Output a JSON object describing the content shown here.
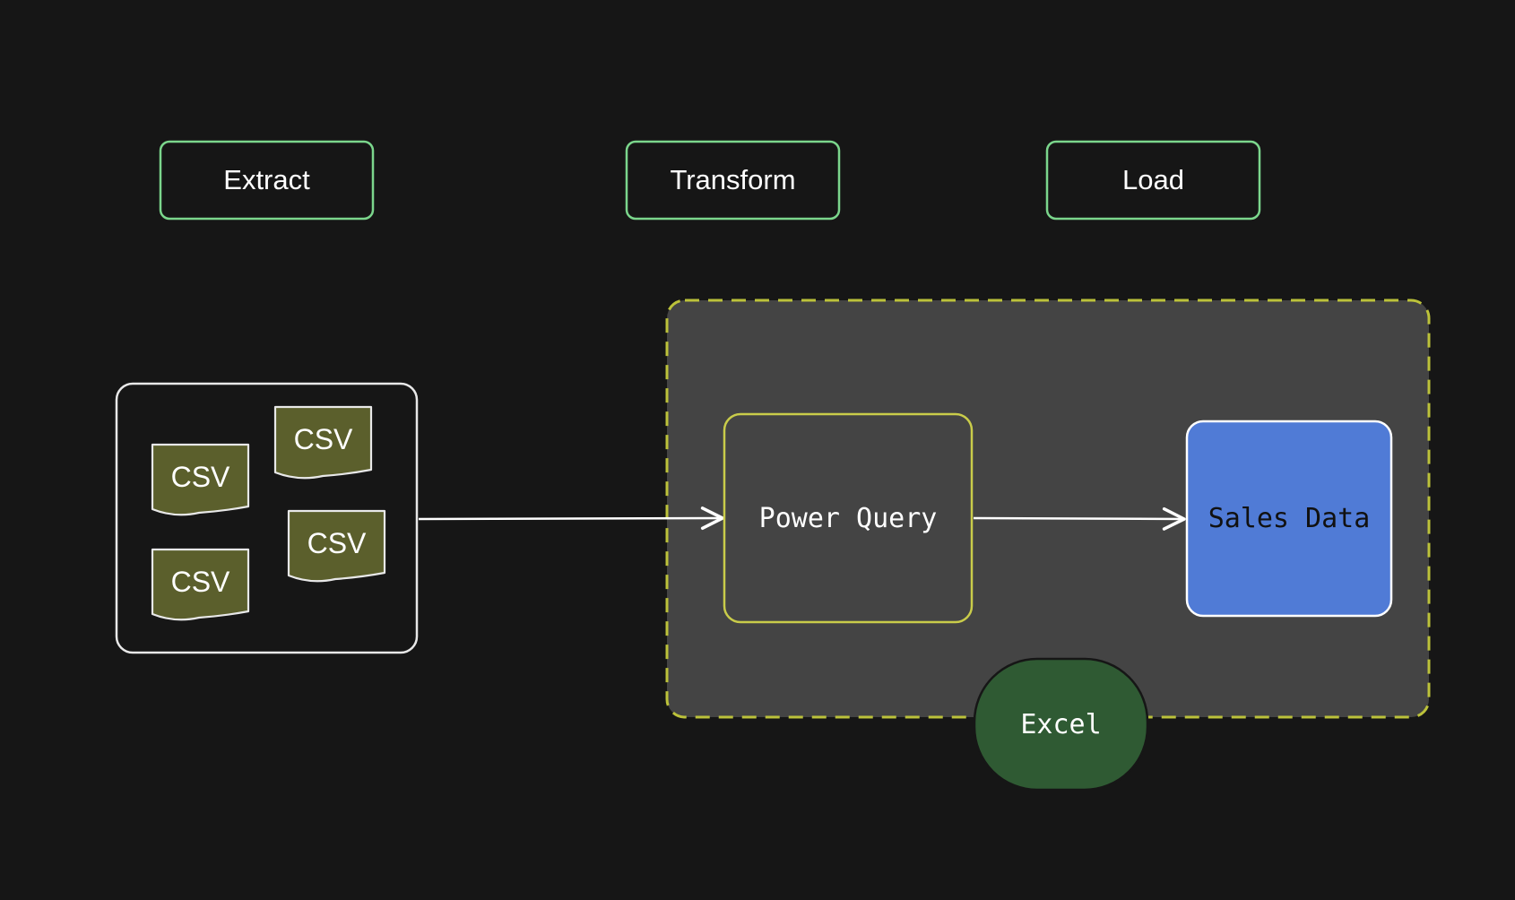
{
  "stages": {
    "extract": "Extract",
    "transform": "Transform",
    "load": "Load"
  },
  "sources": {
    "files": [
      {
        "label": "CSV",
        "icon": "csv-file-icon"
      },
      {
        "label": "CSV",
        "icon": "csv-file-icon"
      },
      {
        "label": "CSV",
        "icon": "csv-file-icon"
      },
      {
        "label": "CSV",
        "icon": "csv-file-icon"
      }
    ]
  },
  "process": {
    "power_query": "Power Query",
    "sales_data": "Sales Data",
    "excel": "Excel"
  },
  "colors": {
    "background": "#161616",
    "stage_border": "#7bd68c",
    "csv_fill": "#5b5f2c",
    "container_fill": "#444444",
    "container_border": "#bcc23a",
    "power_query_border": "#c9cc4a",
    "sales_data_fill": "#507bd6",
    "excel_fill": "#2f5a33",
    "line": "#ffffff"
  }
}
